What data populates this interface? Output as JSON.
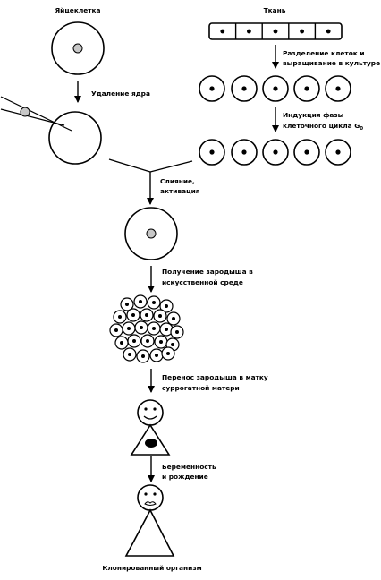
{
  "labels": {
    "egg": "Яйцеклетка",
    "tissue": "Ткань",
    "enucleation": "Удаление ядра",
    "separation_1": "Разделение клеток и",
    "separation_2": "выращивание в культуре",
    "induction_1": "Индукция фазы",
    "induction_2": "клеточного цикла G",
    "induction_sub": "0",
    "fusion_1": "Слияние,",
    "fusion_2": "активация",
    "embryo_1": "Получение зародыша в",
    "embryo_2": "искусственной среде",
    "transfer_1": "Перенос зародыша в матку",
    "transfer_2": "суррогатной матери",
    "birth_1": "Беременность",
    "birth_2": "и рождение",
    "clone": "Клонированный организм"
  },
  "colors": {
    "line": "#000000",
    "nucleus_gray": "#c8c8c8",
    "background": "#ffffff"
  }
}
